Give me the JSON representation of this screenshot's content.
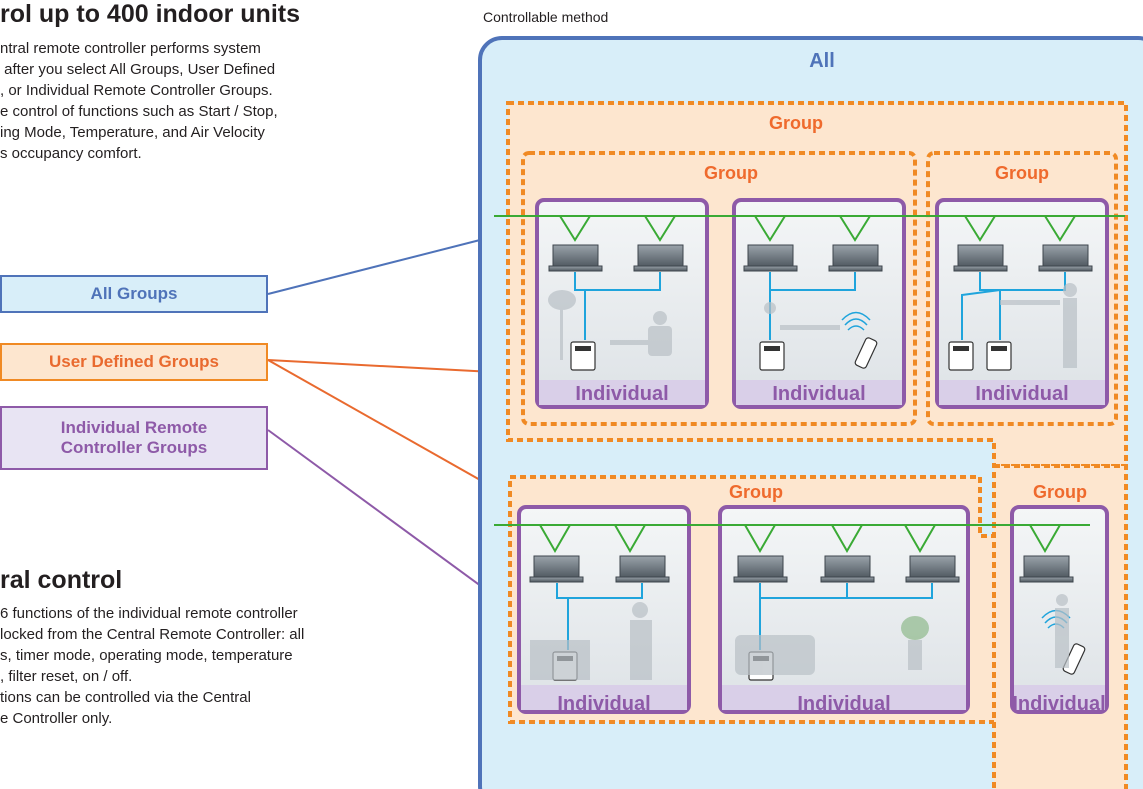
{
  "left_panel": {
    "heading1": "rol up to 400 indoor units",
    "paragraph1": "ntral remote controller performs system\n after you select All Groups, User Defined\n, or Individual Remote Controller Groups.\ne control of functions such as Start / Stop,\ning Mode, Temperature, and Air Velocity\ns occupancy comfort.",
    "heading2": "ral control",
    "paragraph2": "6 functions of the individual remote controller\nlocked from the Central Remote Controller: all\ns, timer mode, operating mode, temperature\n, filter reset, on / off.\ntions can be controlled via the Central\ne Controller only."
  },
  "legend": {
    "all_groups": "All Groups",
    "user_defined_groups": "User Defined Groups",
    "individual_remote_controller_groups": "Individual Remote\nController Groups"
  },
  "diagram": {
    "caption": "Controllable method",
    "all_label": "All",
    "group_label_top": "Group",
    "group_label_inner_a": "Group",
    "group_label_inner_b": "Group",
    "group_label_bottom": "Group",
    "group_label_bottom_right": "Group",
    "individual_labels": [
      "Individual",
      "Individual",
      "Individual",
      "Individual",
      "Individual",
      "Individual"
    ]
  },
  "colors": {
    "all_blue": "#4f73b9",
    "group_orange": "#f08a24",
    "individual_purple": "#8e5aa8",
    "pipe_green": "#3aaa35",
    "wire_cyan": "#1fa4dc"
  }
}
